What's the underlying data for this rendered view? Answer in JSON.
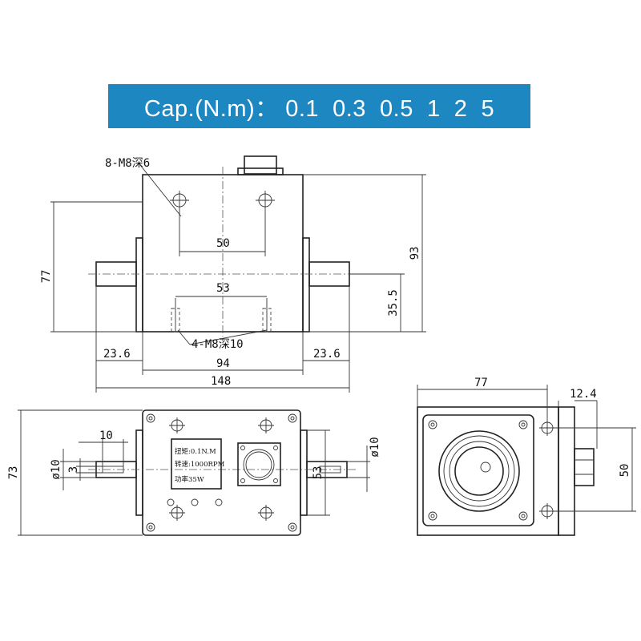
{
  "banner": {
    "text": "Cap.(N.m)： 0.1  0.3  0.5  1  2  5",
    "bg_color": "#1d87c2"
  },
  "front_view": {
    "callout_top": "8-M8深6",
    "callout_bottom": "4-M8深10",
    "dim_top_holes": "50",
    "dim_bottom_holes": "53",
    "dim_height_left": "77",
    "dim_height_right": "93",
    "dim_shaft_height": "35.5",
    "dim_shaft_left": "23.6",
    "dim_shaft_right": "23.6",
    "dim_body": "94",
    "dim_total": "148"
  },
  "top_view": {
    "dim_height": "73",
    "dim_key_length": "10",
    "dim_shaft_dia_left": "ø10",
    "dim_key_width": "3",
    "dim_shaft_dia_right": "ø10",
    "dim_side": "53",
    "nameplate": {
      "line1": "扭矩:0.1N.M",
      "line2": "转速:1000RPM",
      "line3": "功率35W"
    }
  },
  "side_view": {
    "dim_width": "77",
    "dim_connector": "12.4",
    "dim_height": "50"
  }
}
